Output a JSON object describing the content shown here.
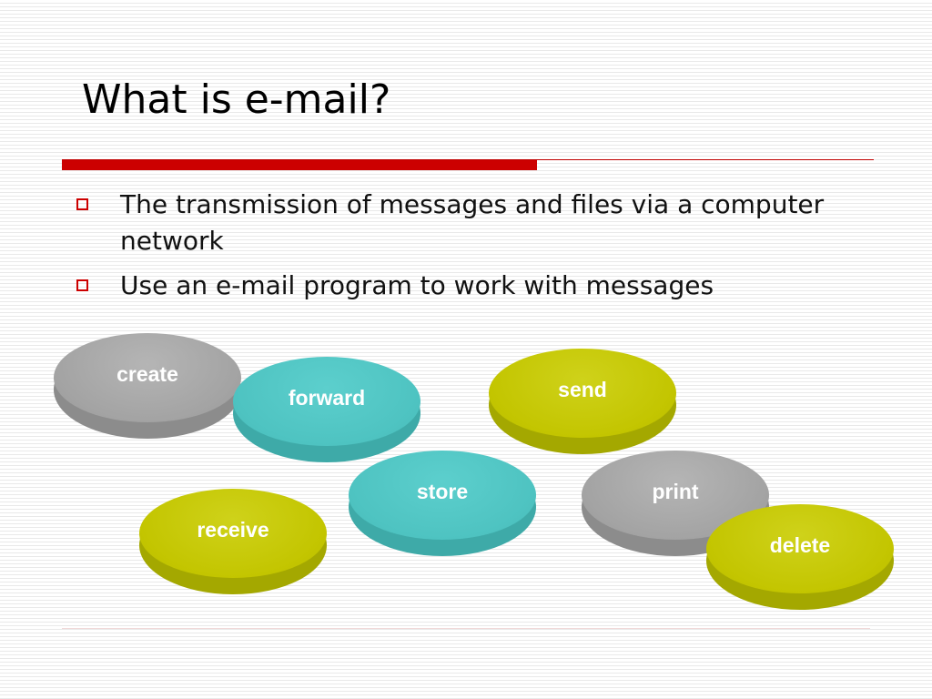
{
  "slide": {
    "title": "What is e-mail?",
    "bullets": [
      "The transmission of messages and files via a computer network",
      "Use an e-mail program to work with messages"
    ]
  },
  "actions": {
    "create": "create",
    "forward": "forward",
    "send": "send",
    "store": "store",
    "print": "print",
    "receive": "receive",
    "delete": "delete"
  },
  "colors": {
    "accent_red": "#cc0000",
    "disk_gray": "#a3a3a3",
    "disk_teal": "#4ec3c1",
    "disk_olive": "#c3c500"
  }
}
